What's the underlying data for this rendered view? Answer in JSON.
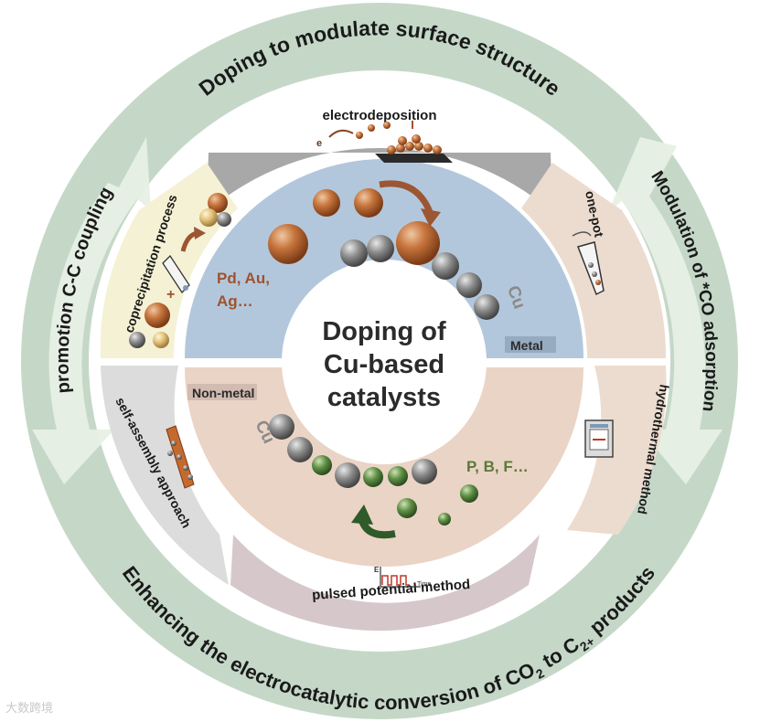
{
  "outer_ring": {
    "top": "Doping to modulate surface structure",
    "right": "Modulation of *CO adsorption",
    "left": "promotion C-C coupling",
    "bottom_main": "Enhancing the electrocatalytic conversion of CO",
    "bottom_sub": "2",
    "bottom_mid": " to C",
    "bottom_sub2": "2+",
    "bottom_end": " products"
  },
  "methods": {
    "electrodeposition": "electrodeposition",
    "electron": "e",
    "one_pot": "one-pot",
    "coprecipitation": "coprecipitation process",
    "hydrothermal": "hydrothermal method",
    "self_assembly": "self-assembly approach",
    "pulsed": "pulsed potential method",
    "axis_e": "E",
    "axis_time": "Time"
  },
  "center": {
    "line1": "Doping of",
    "line2": "Cu-based",
    "line3": "catalysts"
  },
  "metal_half": {
    "dopants_1": "Pd, Au,",
    "dopants_2": "Ag…",
    "cu": "Cu",
    "tag": "Metal"
  },
  "nonmetal_half": {
    "tag": "Non-metal",
    "cu": "Cu",
    "dopants": "P, B, F…"
  },
  "watermark": "大数跨境",
  "colors": {
    "outer_ring": "#c5d8c8",
    "arrow": "#e4eee3",
    "metal_bg": "#b3c7dc",
    "nonmetal_bg": "#ead4c6",
    "seg_gray": "#a8a8a8",
    "seg_peach": "#ecdccf",
    "seg_yellow": "#f5f1d4",
    "seg_lightgray": "#dcdcdc",
    "seg_mauve": "#d6c8ca",
    "copper": "#b5622e",
    "green": "#4e7d3a",
    "label_brown": "#a0522d",
    "label_green": "#5a7a3a"
  }
}
